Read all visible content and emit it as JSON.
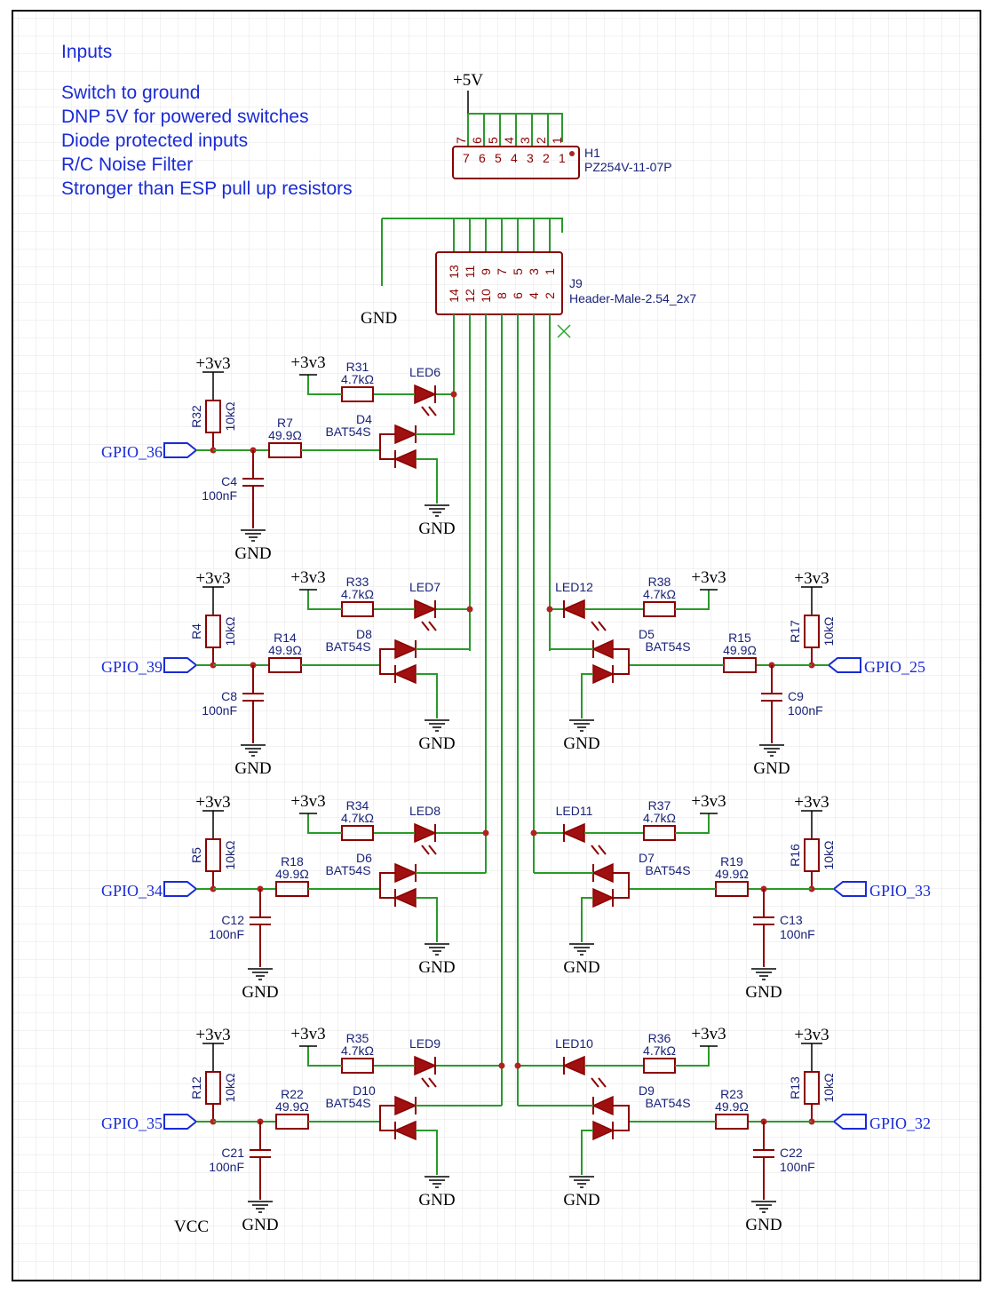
{
  "notes": [
    "Inputs",
    "Switch to ground",
    "DNP 5V for powered switches",
    "Diode protected inputs",
    "R/C Noise Filter",
    "Stronger than ESP pull up resistors"
  ],
  "power": {
    "p5v": "+5V",
    "p3v3": "+3v3",
    "gnd": "GND",
    "vcc": "VCC"
  },
  "h1": {
    "ref": "H1",
    "value": "PZ254V-11-07P",
    "pins": [
      "7",
      "6",
      "5",
      "4",
      "3",
      "2",
      "1"
    ]
  },
  "j9": {
    "ref": "J9",
    "value": "Header-Male-2.54_2x7",
    "top_pins": [
      "13",
      "11",
      "9",
      "7",
      "5",
      "3",
      "1"
    ],
    "bottom_pins": [
      "14",
      "12",
      "10",
      "8",
      "6",
      "4",
      "2"
    ]
  },
  "channels": [
    {
      "gpio": "GPIO_36",
      "pullup_ref": "R32",
      "pullup_val": "10kΩ",
      "series_ref": "R7",
      "series_val": "49.9Ω",
      "cap_ref": "C4",
      "cap_val": "100nF",
      "diode_ref": "D4",
      "diode_val": "BAT54S",
      "led_res_ref": "R31",
      "led_res_val": "4.7kΩ",
      "led_ref": "LED6"
    },
    {
      "gpio": "GPIO_39",
      "pullup_ref": "R4",
      "pullup_val": "10kΩ",
      "series_ref": "R14",
      "series_val": "49.9Ω",
      "cap_ref": "C8",
      "cap_val": "100nF",
      "diode_ref": "D8",
      "diode_val": "BAT54S",
      "led_res_ref": "R33",
      "led_res_val": "4.7kΩ",
      "led_ref": "LED7"
    },
    {
      "gpio": "GPIO_34",
      "pullup_ref": "R5",
      "pullup_val": "10kΩ",
      "series_ref": "R18",
      "series_val": "49.9Ω",
      "cap_ref": "C12",
      "cap_val": "100nF",
      "diode_ref": "D6",
      "diode_val": "BAT54S",
      "led_res_ref": "R34",
      "led_res_val": "4.7kΩ",
      "led_ref": "LED8"
    },
    {
      "gpio": "GPIO_35",
      "pullup_ref": "R12",
      "pullup_val": "10kΩ",
      "series_ref": "R22",
      "series_val": "49.9Ω",
      "cap_ref": "C21",
      "cap_val": "100nF",
      "diode_ref": "D10",
      "diode_val": "BAT54S",
      "led_res_ref": "R35",
      "led_res_val": "4.7kΩ",
      "led_ref": "LED9"
    },
    {
      "gpio": "GPIO_25",
      "pullup_ref": "R17",
      "pullup_val": "10kΩ",
      "series_ref": "R15",
      "series_val": "49.9Ω",
      "cap_ref": "C9",
      "cap_val": "100nF",
      "diode_ref": "D5",
      "diode_val": "BAT54S",
      "led_res_ref": "R38",
      "led_res_val": "4.7kΩ",
      "led_ref": "LED12"
    },
    {
      "gpio": "GPIO_33",
      "pullup_ref": "R16",
      "pullup_val": "10kΩ",
      "series_ref": "R19",
      "series_val": "49.9Ω",
      "cap_ref": "C13",
      "cap_val": "100nF",
      "diode_ref": "D7",
      "diode_val": "BAT54S",
      "led_res_ref": "R37",
      "led_res_val": "4.7kΩ",
      "led_ref": "LED11"
    },
    {
      "gpio": "GPIO_32",
      "pullup_ref": "R13",
      "pullup_val": "10kΩ",
      "series_ref": "R23",
      "series_val": "49.9Ω",
      "cap_ref": "C22",
      "cap_val": "100nF",
      "diode_ref": "D9",
      "diode_val": "BAT54S",
      "led_res_ref": "R36",
      "led_res_val": "4.7kΩ",
      "led_ref": "LED10"
    }
  ]
}
